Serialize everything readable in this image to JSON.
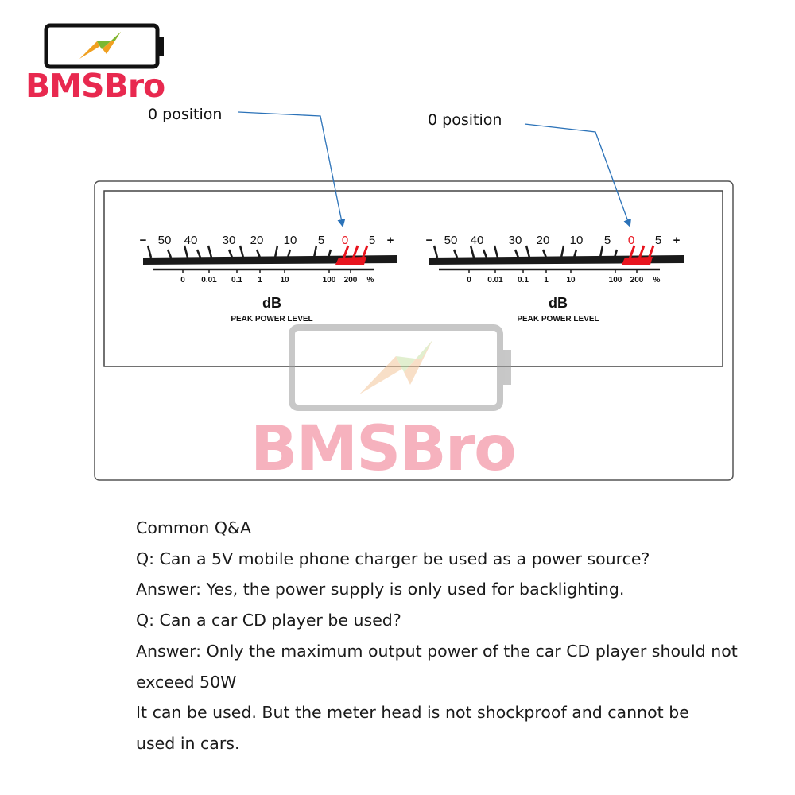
{
  "brand": {
    "logo_text": "BMSBro",
    "watermark_text": "BMSBro"
  },
  "annotations": {
    "left_label": "0 position",
    "right_label": "0 position"
  },
  "meters": [
    {
      "db_scale": [
        "−",
        "50",
        "40",
        "30",
        "20",
        "10",
        "5",
        "0",
        "5",
        "+"
      ],
      "pct_scale": [
        "0",
        "0.01",
        "0.1",
        "1",
        "10",
        "100",
        "200",
        "%"
      ],
      "unit": "dB",
      "caption": "PEAK POWER LEVEL"
    },
    {
      "db_scale": [
        "−",
        "50",
        "40",
        "30",
        "20",
        "10",
        "5",
        "0",
        "5",
        "+"
      ],
      "pct_scale": [
        "0",
        "0.01",
        "0.1",
        "1",
        "10",
        "100",
        "200",
        "%"
      ],
      "unit": "dB",
      "caption": "PEAK POWER LEVEL"
    }
  ],
  "colors": {
    "brand_red": "#e8294f",
    "zero_red": "#e8141e",
    "arrow_blue": "#2b72b8"
  },
  "qa": {
    "heading": "Common Q&A",
    "lines": [
      "Q: Can a 5V mobile phone charger be used as a power source?",
      "Answer: Yes, the power supply is only used for backlighting.",
      "Q: Can a car CD player be used?",
      "Answer: Only the maximum output power of the car CD player should not",
      "exceed 50W",
      "It can be used. But the meter head is not shockproof and cannot be",
      "used in cars."
    ]
  }
}
